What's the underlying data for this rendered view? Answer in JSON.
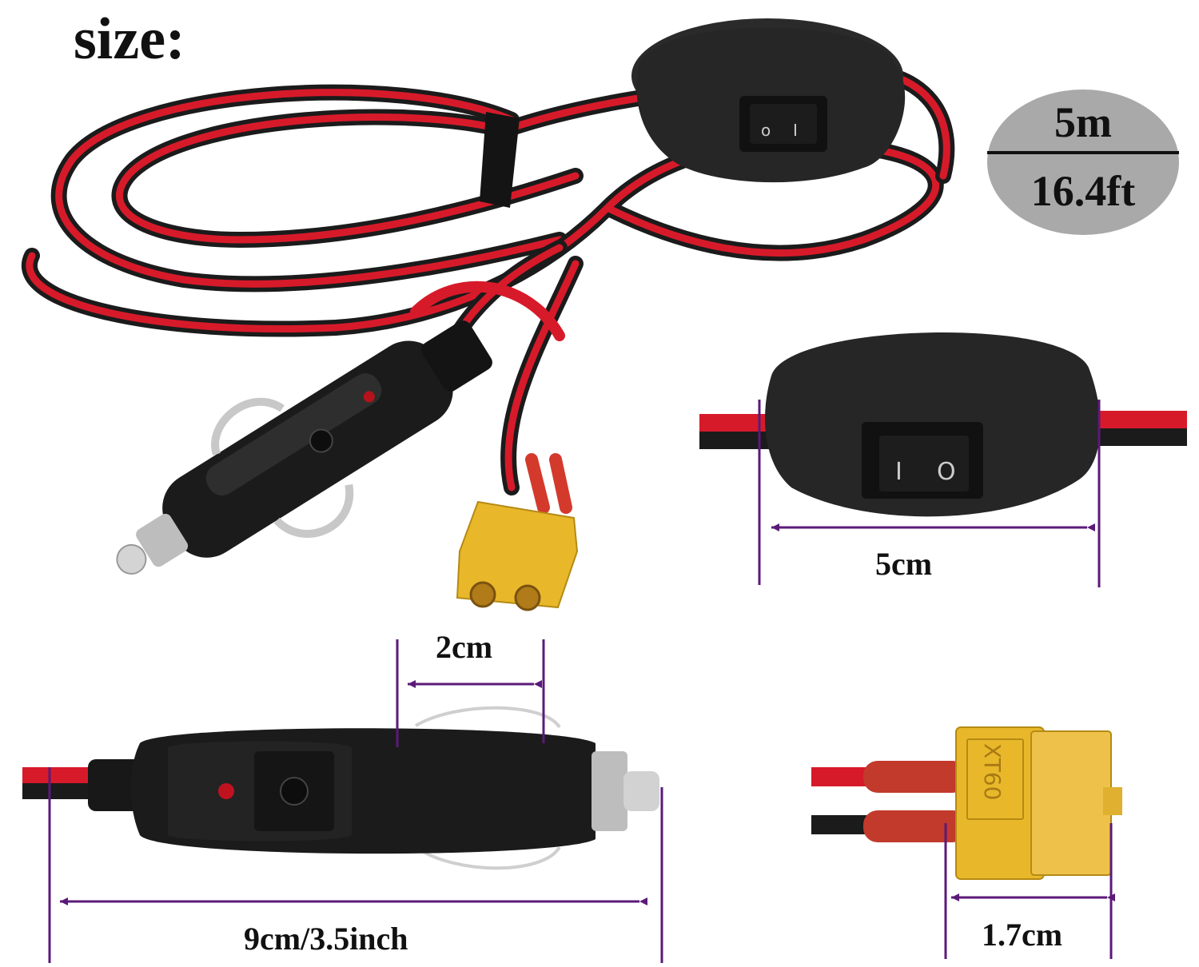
{
  "title": "size:",
  "length_badge": {
    "metric": "5m",
    "imperial": "16.4ft"
  },
  "dimensions": {
    "switch_width": "5cm",
    "plug_tip_width": "2cm",
    "plug_length": "9cm/3.5inch",
    "connector_width": "1.7cm"
  },
  "switch_symbols": {
    "on": "I",
    "off": "O"
  },
  "connector_marking": "XT60",
  "colors": {
    "dimension_lines": "#5b1a78",
    "wire_red": "#d71a2a",
    "wire_black": "#1b1b1b",
    "connector_yellow": "#e8b82a",
    "badge_gray": "#a9a9a9"
  },
  "product_parts": [
    "cigarette-lighter-plug",
    "inline-rocker-switch",
    "xt60-female-connector",
    "red-black-cable"
  ]
}
